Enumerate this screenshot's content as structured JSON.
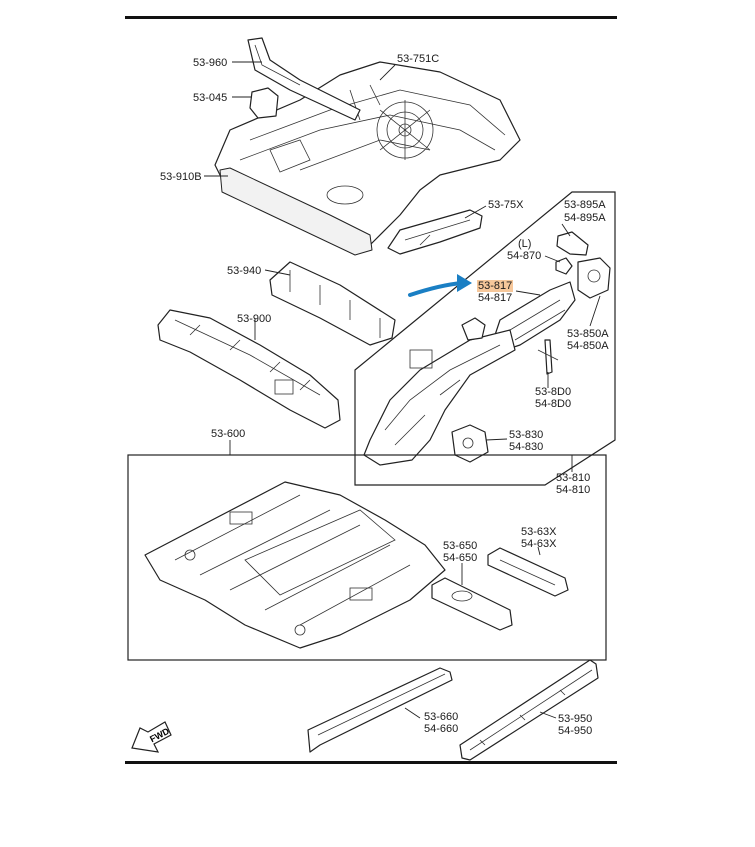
{
  "labels": {
    "p53_960": "53-960",
    "p53_045": "53-045",
    "p53_751c": "53-751C",
    "p53_910b": "53-910B",
    "p53_75x": "53-75X",
    "p53_895a": "53-895A",
    "p54_895a": "54-895A",
    "l_mark": "(L)",
    "p54_870": "54-870",
    "p53_940": "53-940",
    "p53_817": "53-817",
    "p54_817": "54-817",
    "p53_900": "53-900",
    "p53_850a": "53-850A",
    "p54_850a": "54-850A",
    "p53_8d0": "53-8D0",
    "p54_8d0": "54-8D0",
    "p53_600": "53-600",
    "p53_830": "53-830",
    "p54_830": "54-830",
    "p53_810": "53-810",
    "p54_810": "54-810",
    "p53_63x": "53-63X",
    "p54_63x": "54-63X",
    "p53_650": "53-650",
    "p54_650": "54-650",
    "p53_660": "53-660",
    "p54_660": "54-660",
    "p53_950": "53-950",
    "p54_950": "54-950"
  },
  "fwd_marker": "FWD",
  "colors": {
    "highlight": "#f6c79a",
    "arrow": "#1a7fc4",
    "line": "#222222"
  }
}
